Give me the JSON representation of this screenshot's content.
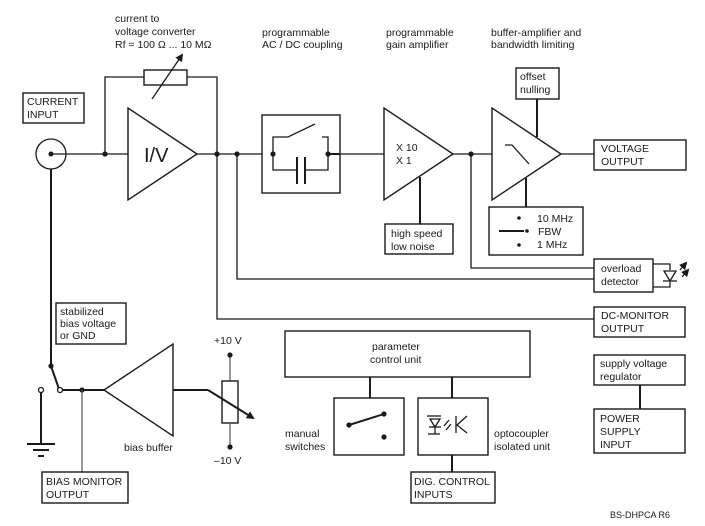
{
  "diagram": {
    "title": "Current amplifier block diagram",
    "colors": {
      "line": "#1a1a1a",
      "background": "#ffffff"
    },
    "annotations": {
      "converter": [
        "current to",
        "voltage converter",
        "Rf = 100 Ω ... 10 MΩ"
      ],
      "coupling": [
        "programmable",
        "AC / DC coupling"
      ],
      "gain": [
        "programmable",
        "gain amplifier"
      ],
      "buffer": [
        "buffer-amplifier and",
        "bandwidth limiting"
      ],
      "bias_source": [
        "stabilized",
        "bias voltage",
        "or GND"
      ],
      "bias_buffer": "bias buffer",
      "plus_supply": "+10 V",
      "minus_supply": "–10 V",
      "manual_switches": [
        "manual",
        "switches"
      ],
      "optocoupler": [
        "optocoupler",
        "isolated unit"
      ],
      "revision": "BS-DHPCA  R6"
    },
    "blocks": {
      "current_input": [
        "CURRENT",
        "INPUT"
      ],
      "iv_amp": "I/V",
      "gain_amp": [
        "X 10",
        "X 1"
      ],
      "offset": [
        "offset",
        "nulling"
      ],
      "voltage_output": [
        "VOLTAGE",
        "OUTPUT"
      ],
      "gain_option": [
        "high speed",
        "low noise"
      ],
      "bandwidth": [
        "10 MHz",
        "FBW",
        "1 MHz"
      ],
      "overload": [
        "overload",
        "detector"
      ],
      "dc_monitor": [
        "DC-MONITOR",
        "OUTPUT"
      ],
      "param_control": [
        "parameter",
        "control unit"
      ],
      "bias_monitor": [
        "BIAS MONITOR",
        "OUTPUT"
      ],
      "dig_control": [
        "DIG. CONTROL",
        "INPUTS"
      ],
      "supply_regulator": [
        "supply voltage",
        "regulator"
      ],
      "power_supply": [
        "POWER",
        "SUPPLY",
        "INPUT"
      ]
    }
  }
}
